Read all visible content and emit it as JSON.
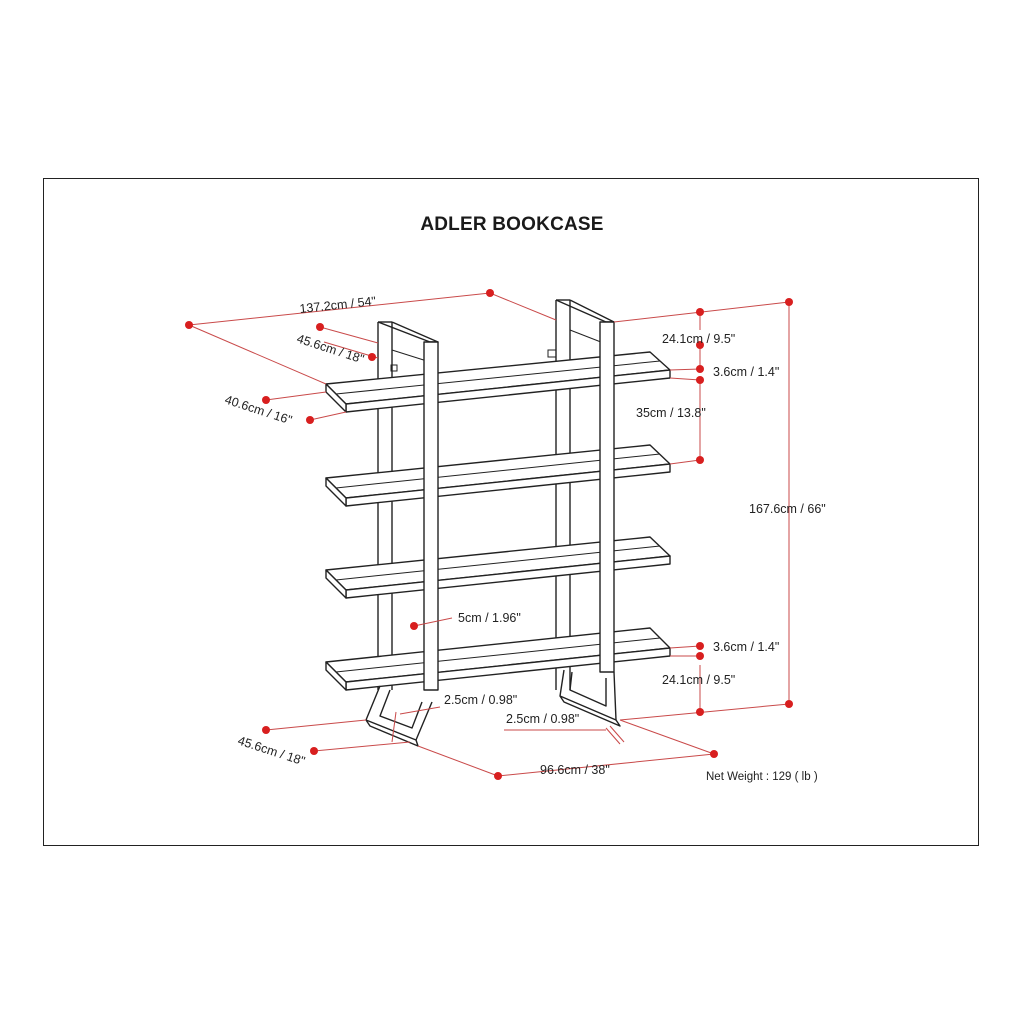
{
  "title": "ADLER BOOKCASE",
  "net_weight": "Net Weight : 129 ( lb )",
  "dimensions": {
    "overall_width": "137.2cm / 54\"",
    "top_depth": "45.6cm / 18\"",
    "shelf_depth": "40.6cm / 16\"",
    "top_gap": "24.1cm / 9.5\"",
    "shelf_thickness_top": "3.6cm / 1.4\"",
    "shelf_spacing": "35cm / 13.8\"",
    "overall_height": "167.6cm / 66\"",
    "frame_width": "5cm / 1.96\"",
    "shelf_thickness_bottom": "3.6cm / 1.4\"",
    "bottom_gap": "24.1cm / 9.5\"",
    "leg_thickness_left": "2.5cm / 0.98\"",
    "leg_thickness_right": "2.5cm / 0.98\"",
    "base_depth": "45.6cm / 18\"",
    "base_width": "96.6cm / 38\""
  },
  "colors": {
    "dimension_line": "#c94a4a",
    "dimension_dot": "#d81f1f",
    "ink": "#222222"
  }
}
